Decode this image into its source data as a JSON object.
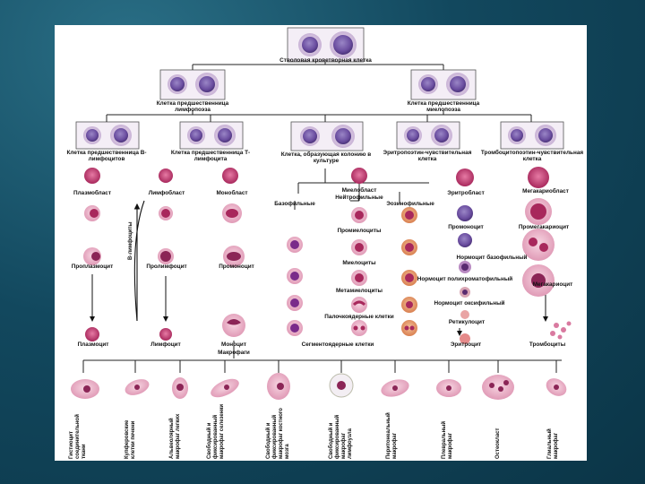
{
  "slide": {
    "title_cell": "Стволовая кроветворная клетка",
    "lymph_precursor": "Клетка предшественница лимфопоэза",
    "myelo_precursor": "Клетка предшественница миелопоэза",
    "b_precursor": "Клетка предшественница В-лимфоцитов",
    "t_precursor": "Клетка предшественница Т-лимфоцита",
    "colony_cell": "Клетка, образующая колонию в культуре",
    "erythro_sensitive": "Эритропоэтин-чувствительная клетка",
    "thrombo_sensitive": "Тромбоцитопоэтин-чувствительная клетка",
    "plasmoblast": "Плазмобласт",
    "lymphoblast": "Лимфобласт",
    "monoblast": "Монобласт",
    "myeloblast": "Миелобласт",
    "neutrophilic": "Нейтрофильные",
    "basophilic": "Базофильные",
    "eosinophilic": "Эозинофильные",
    "erythroblast": "Эритробласт",
    "megakaryoblast": "Мегакариобласт",
    "promyelocytes": "Промиелоциты",
    "promonocyte_er": "Промоноцит",
    "promegakaryocyte": "Промегакариоцит",
    "proplasmocyte": "Проплазмоцит",
    "prolymphocyte": "Пролимфоцит",
    "promonocyte": "Промоноцит",
    "myelocytes": "Миелоциты",
    "normo_baso": "Нормоцит базофильный",
    "normo_poly": "Нормоцит полихроматофильный",
    "megakaryocyte": "Мегакариоцит",
    "metamyelocytes": "Метамиелоциты",
    "normo_oxy": "Нормоцит оксифильный",
    "reticulocyte": "Ретикулоцит",
    "band_cells": "Палочкоядерные клетки",
    "plasmocyte": "Плазмоцит",
    "lymphocyte": "Лимфоцит",
    "monocyte": "Моноцит",
    "segmented": "Сегментоядерные клетки",
    "erythrocyte": "Эритроцит",
    "platelets": "Тромбоциты",
    "macrophages": "Макрофаги",
    "b_lymphocytes_vertical": "В-лимфоциты",
    "tissue_macrophages": [
      "Гистиоцит соединительной ткани",
      "Купферовские клетки печени",
      "Альвеолярный макрофаг легких",
      "Свободный и фиксированный макрофаг селезенки",
      "Свободный и фиксированный макрофаг костного мозга",
      "Свободный и фиксированный макрофаг лимфоузла",
      "Перитонеальный макрофаг",
      "Плевральный макрофаг",
      "Остеокласт",
      "Глиальный макрофаг"
    ]
  }
}
